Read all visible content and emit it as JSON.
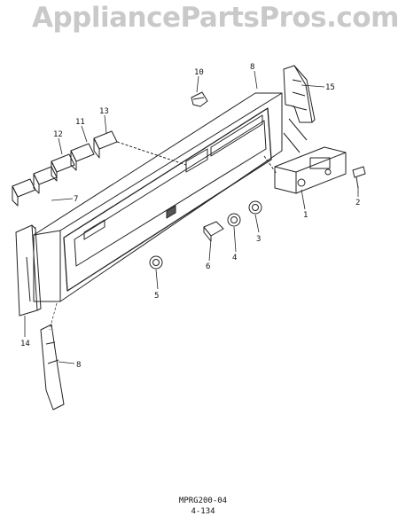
{
  "watermark": "AppliancePartsPros.com",
  "callouts": [
    "10",
    "8",
    "15",
    "11",
    "13",
    "12",
    "7",
    "1",
    "2",
    "3",
    "4",
    "6",
    "5",
    "14",
    "8"
  ],
  "footer": {
    "code": "MPRG200-04",
    "page": "4-134"
  }
}
